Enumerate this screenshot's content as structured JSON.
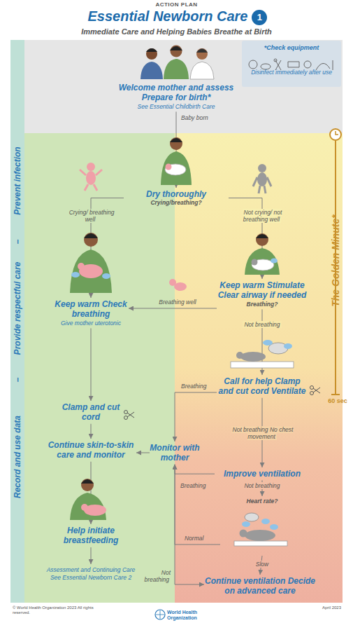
{
  "diagram": {
    "title": "Essential Newborn Care",
    "nodes": [
      {
        "text": [
          "1"
        ]
      },
      {
        "text": [
          "Welcome mother and assess Prepare for birth*",
          "See Essential Childbirth Care"
        ]
      },
      {
        "text": [
          "*Check equipment",
          "Disinfect immediately after use"
        ]
      },
      {
        "text": [
          "Dry thoroughly",
          "Crying/breathing?"
        ]
      },
      {
        "text": [
          "Keep warm Check breathing",
          "Give mother uterotonic"
        ]
      },
      {
        "text": [
          "Keep warm Stimulate Clear airway if needed",
          "Breathing?"
        ]
      },
      {
        "text": [
          "Call for help Clamp and cut cord Ventilate"
        ]
      },
      {
        "text": [
          "Clamp and cut cord"
        ]
      },
      {
        "text": [
          "Continue skin-to-skin care and monitor"
        ]
      },
      {
        "text": [
          "Monitor with mother"
        ]
      },
      {
        "text": [
          "Improve ventilation"
        ]
      },
      {
        "text": [
          "Heart rate?"
        ]
      },
      {
        "text": [
          "Help initiate breastfeeding"
        ]
      },
      {
        "text": [
          "Continue ventilation Decide on advanced care"
        ]
      }
    ],
    "edges": [
      {
        "from": 1,
        "to": 3,
        "arrow": "to",
        "label": "Baby born"
      },
      {
        "from": 3,
        "to": 4,
        "arrow": "to",
        "label": "Crying/ breathing well"
      },
      {
        "from": 3,
        "to": 5,
        "arrow": "to",
        "label": "Not crying/ not breathing well"
      },
      {
        "from": 5,
        "to": 4,
        "arrow": "to",
        "label": "Breathing well"
      },
      {
        "from": 5,
        "to": 6,
        "arrow": "to",
        "label": "Not breathing"
      },
      {
        "from": 4,
        "to": 7,
        "arrow": "to"
      },
      {
        "from": 7,
        "to": 8,
        "arrow": "to"
      },
      {
        "from": 6,
        "to": 9,
        "arrow": "to",
        "label": "Breathing"
      },
      {
        "from": 9,
        "to": 8,
        "arrow": "to"
      },
      {
        "from": 6,
        "to": 10,
        "arrow": "to",
        "label": "Not breathing No chest movement"
      },
      {
        "from": 10,
        "to": 9,
        "arrow": "to",
        "label": "Breathing"
      },
      {
        "from": 10,
        "to": 11,
        "arrow": "to",
        "label": "Not breathing"
      },
      {
        "from": 11,
        "to": 9,
        "arrow": "to",
        "label": "Normal"
      },
      {
        "from": 11,
        "to": 13,
        "arrow": "to",
        "label": "Slow"
      },
      {
        "from": 9,
        "to": 13,
        "arrow": "to",
        "label": "Not breathing"
      },
      {
        "from": 8,
        "to": 12,
        "arrow": "to"
      }
    ],
    "labels": [
      "ACTION PLAN",
      "Immediate Care and Helping Babies Breathe at Birth",
      "Prevent infection",
      "–",
      "Provide respectful care",
      "–",
      "Record and use data",
      "The Golden Minute*",
      "60 sec",
      "Assessment and Continuing Care",
      "See Essential Newborn Care 2",
      "© World Health Organization 2023 All rights reserved.",
      "World Health Organization",
      "April 2023"
    ]
  }
}
